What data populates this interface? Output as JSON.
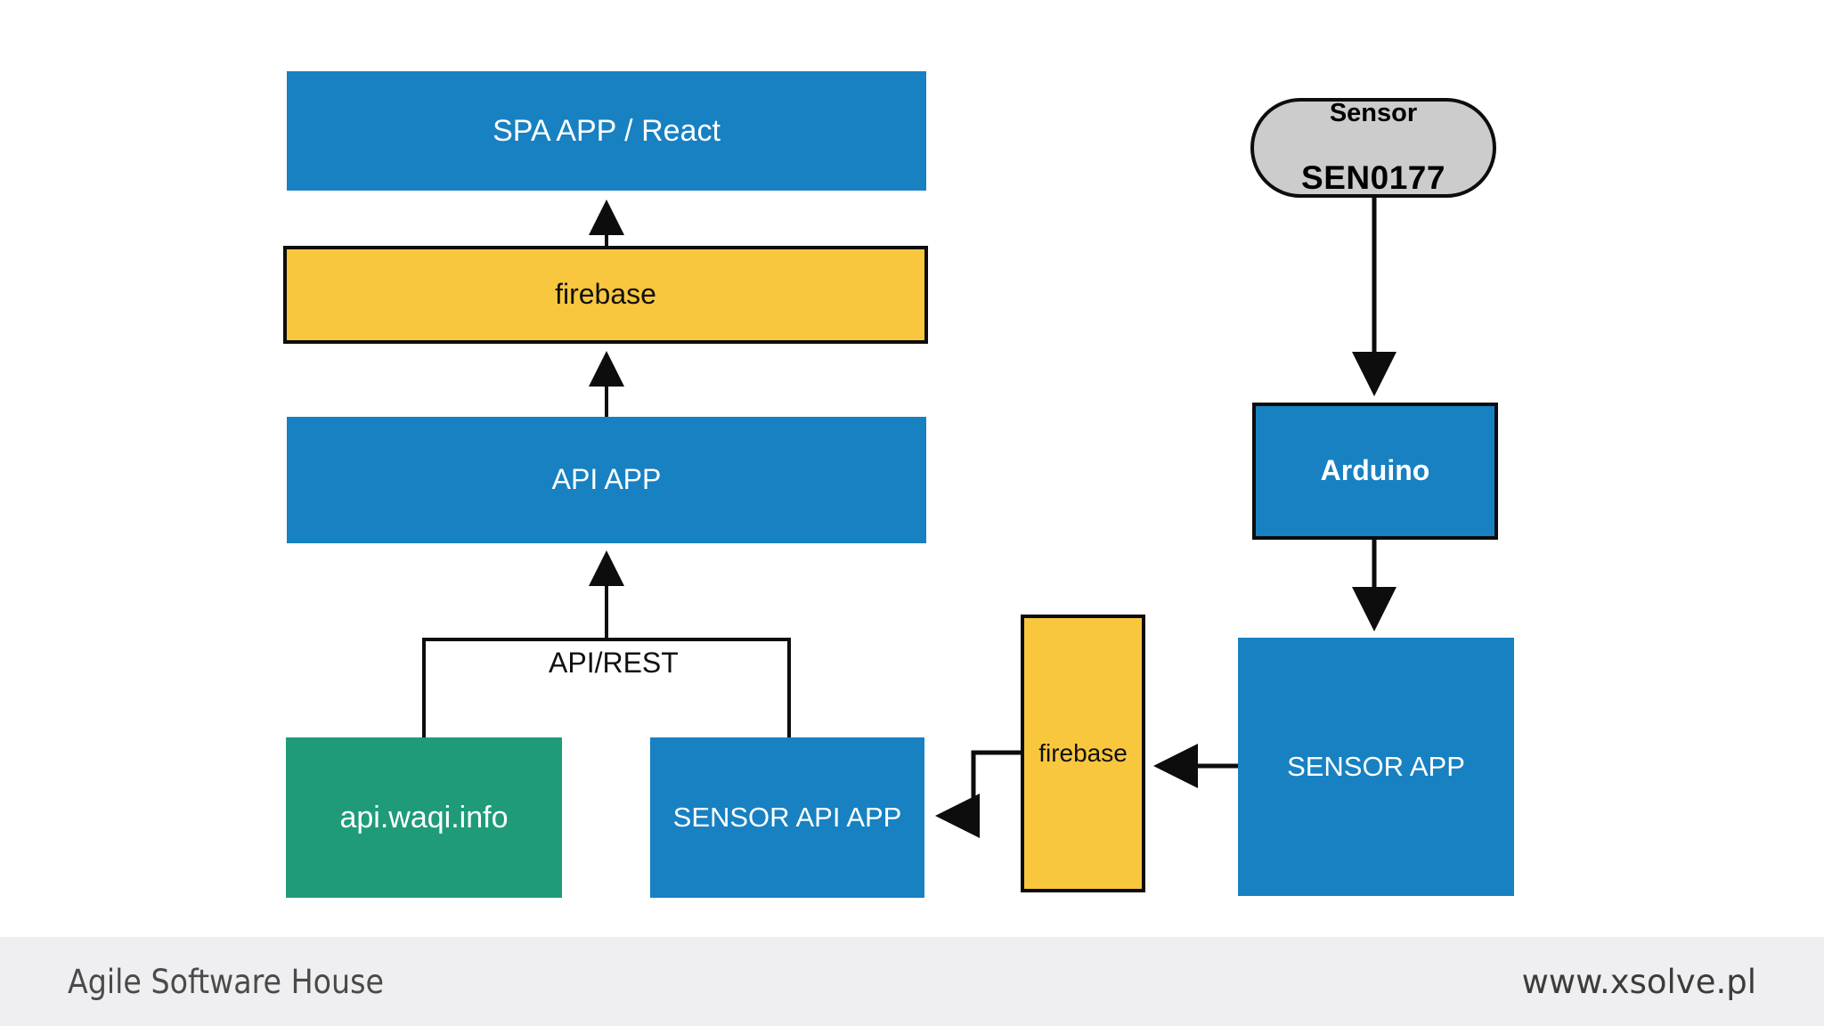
{
  "diagram": {
    "type": "architecture-flow",
    "background": "#ffffff",
    "palette": {
      "blue": "#1781c2",
      "yellow": "#f8c73e",
      "green": "#1f9b7a",
      "gray": "#cccccc",
      "stroke": "#0d0d0d",
      "footer_bg": "#efeff1",
      "text_light": "#ffffff",
      "text_dark": "#111111"
    },
    "nodes": [
      {
        "id": "spa-app",
        "label": "SPA APP / React",
        "color": "blue",
        "shape": "rect",
        "bordered": false
      },
      {
        "id": "firebase-web",
        "label": "firebase",
        "color": "yellow",
        "shape": "rect",
        "bordered": true
      },
      {
        "id": "api-app",
        "label": "API APP",
        "color": "blue",
        "shape": "rect",
        "bordered": false
      },
      {
        "id": "waqi",
        "label": "api.waqi.info",
        "color": "green",
        "shape": "rect",
        "bordered": false
      },
      {
        "id": "sensor-api",
        "label": "SENSOR API APP",
        "color": "blue",
        "shape": "rect",
        "bordered": false
      },
      {
        "id": "firebase-iot",
        "label": "firebase",
        "color": "yellow",
        "shape": "rect",
        "bordered": true
      },
      {
        "id": "sensor-dev",
        "label_line1": "Sensor",
        "label_line2": "SEN0177",
        "color": "gray",
        "shape": "stadium",
        "bordered": true
      },
      {
        "id": "arduino",
        "label": "Arduino",
        "color": "blue",
        "shape": "rect",
        "bordered": true
      },
      {
        "id": "sensor-app",
        "label": "SENSOR APP",
        "color": "blue",
        "shape": "rect",
        "bordered": false
      }
    ],
    "edges": [
      {
        "from": "firebase-web",
        "to": "spa-app",
        "label": "",
        "arrow": "up"
      },
      {
        "from": "api-app",
        "to": "firebase-web",
        "label": "",
        "arrow": "up"
      },
      {
        "from": "branch",
        "to": "api-app",
        "label": "API/REST",
        "arrow": "up"
      },
      {
        "from": "waqi",
        "to": "branch",
        "label": "",
        "arrow": "none"
      },
      {
        "from": "sensor-api",
        "to": "branch",
        "label": "",
        "arrow": "none"
      },
      {
        "from": "sensor-dev",
        "to": "arduino",
        "label": "",
        "arrow": "down"
      },
      {
        "from": "arduino",
        "to": "sensor-app",
        "label": "",
        "arrow": "down"
      },
      {
        "from": "sensor-app",
        "to": "firebase-iot",
        "label": "",
        "arrow": "left"
      },
      {
        "from": "firebase-iot",
        "to": "sensor-api",
        "label": "",
        "arrow": "left"
      }
    ]
  },
  "footer": {
    "left_text": "Agile Software House",
    "right_text": "www.xsolve.pl"
  }
}
